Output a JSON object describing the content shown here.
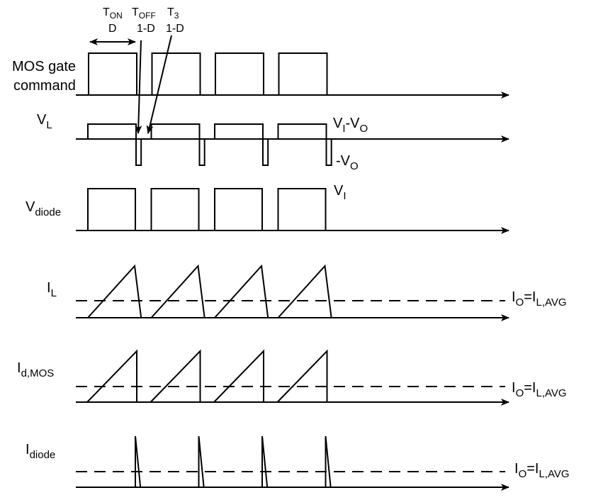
{
  "title": "Boost/buck converter switching waveforms (DCM)",
  "annotations": {
    "t_on": {
      "main": "T",
      "sub": "ON",
      "duty": "D"
    },
    "t_off": {
      "main": "T",
      "sub": "OFF",
      "duty": "1-D"
    },
    "t_3": {
      "main": "T",
      "sub": "3",
      "duty": "1-D"
    }
  },
  "signals": [
    {
      "id": "gate",
      "label_main": "MOS gate",
      "label_line2": "command",
      "type": "pulse"
    },
    {
      "id": "vl",
      "label_main": "V",
      "label_sub": "L",
      "type": "bipolar-pulse",
      "level_high": {
        "main": "V",
        "sub": "I",
        "rest": "-V",
        "rest_sub": "O"
      },
      "level_low": {
        "main": "-V",
        "sub": "O"
      }
    },
    {
      "id": "vdiode",
      "label_main": "V",
      "label_sub": "diode",
      "type": "pulse",
      "level_high": {
        "main": "V",
        "sub": "I"
      }
    },
    {
      "id": "il",
      "label_main": "I",
      "label_sub": "L",
      "type": "triangle",
      "avg": {
        "a": "I",
        "a_sub": "O",
        "eq": "=",
        "b": "I",
        "b_sub": "L,AVG"
      }
    },
    {
      "id": "idmos",
      "label_main": "I",
      "label_sub": "d,MOS",
      "type": "sawtooth",
      "avg": {
        "a": "I",
        "a_sub": "O",
        "eq": "=",
        "b": "I",
        "b_sub": "L,AVG"
      }
    },
    {
      "id": "idiode",
      "label_main": "I",
      "label_sub": "diode",
      "type": "spike",
      "avg": {
        "a": "I",
        "a_sub": "O",
        "eq": "=",
        "b": "I",
        "b_sub": "L,AVG"
      }
    }
  ],
  "cycles": 4,
  "duty": {
    "t_on": 0.76,
    "t_off": 0.08,
    "t_3": 0.16
  }
}
